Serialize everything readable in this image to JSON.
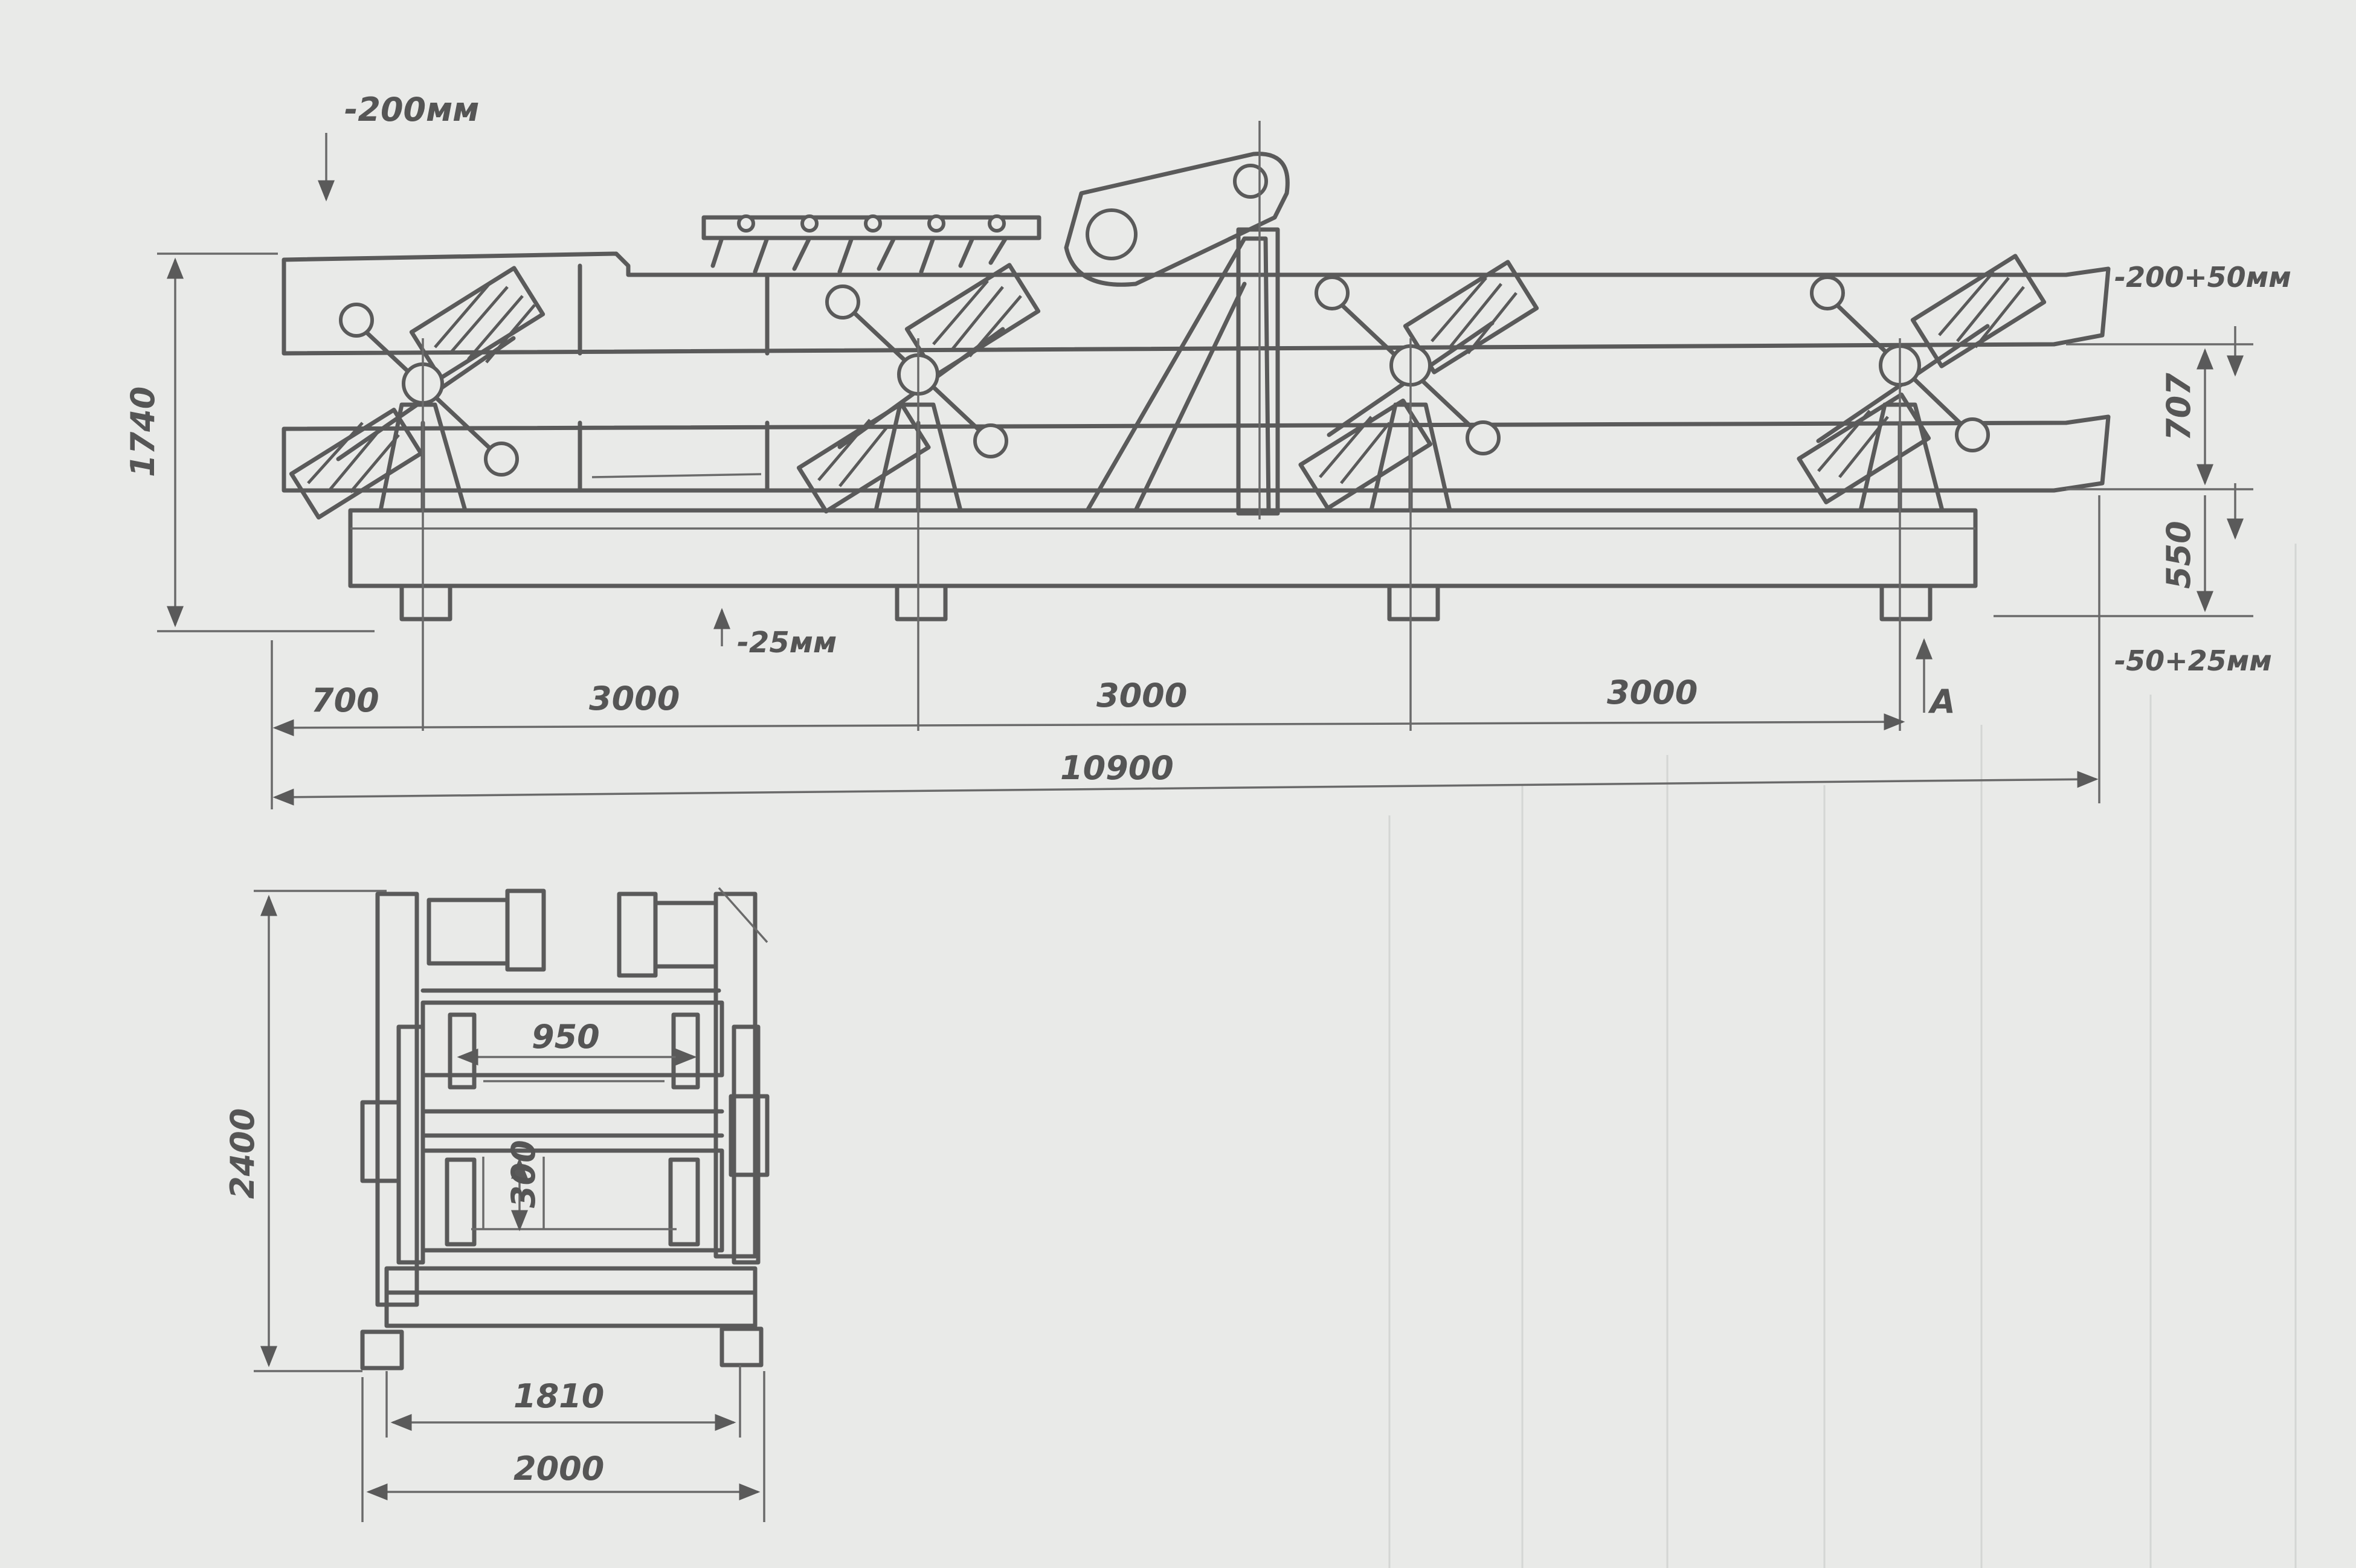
{
  "drawing": {
    "side_view": {
      "dims": {
        "top_offset": "-200мм",
        "right_top": "-200+50мм",
        "right_bottom": "-50+25мм",
        "below_frame": "-25мм",
        "height_total": "1740",
        "h_upper": "707",
        "h_lower": "550",
        "seg_first": "700",
        "seg_2": "3000",
        "seg_3": "3000",
        "seg_4": "3000",
        "length_total": "10900",
        "section_mark": "A"
      }
    },
    "plan_view": {
      "dims": {
        "roll_width": "950",
        "roll_diam": "300",
        "depth": "2400",
        "inner_width": "1810",
        "outer_width": "2000"
      }
    }
  }
}
